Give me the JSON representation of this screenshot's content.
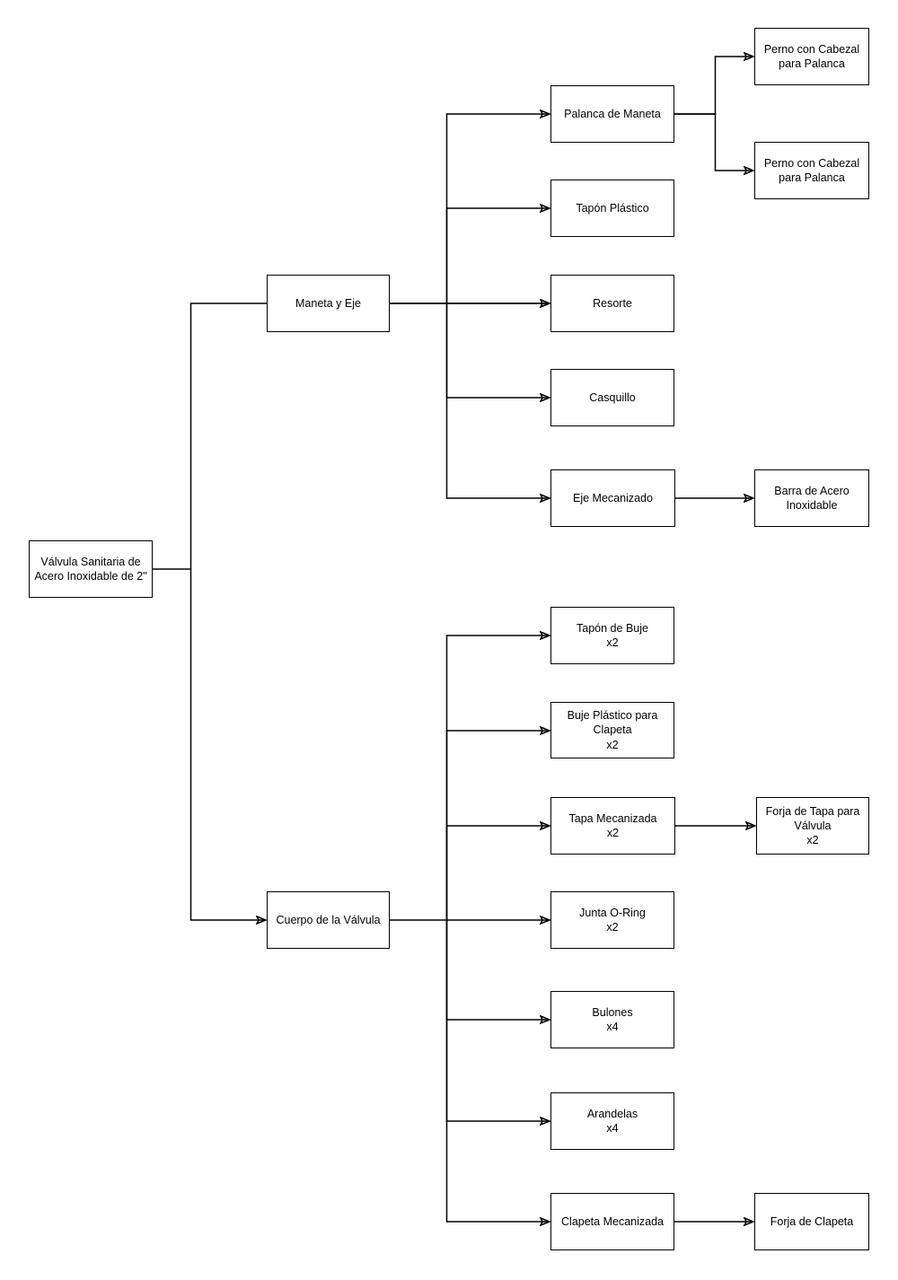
{
  "diagram": {
    "type": "tree",
    "description_root": "Válvula Sanitaria de Acero Inoxidable de 2\"",
    "colors": {
      "background": "#ffffff",
      "box_fill": "#ffffff",
      "box_border": "#000000",
      "connector": "#000000",
      "text": "#000000"
    }
  },
  "nodes": {
    "root": {
      "label": "Válvula Sanitaria de Acero Inoxidable de 2\""
    },
    "maneta": {
      "label": "Maneta y Eje"
    },
    "cuerpo": {
      "label": "Cuerpo de la Válvula"
    },
    "palanca": {
      "label": "Palanca de Maneta"
    },
    "taponPlastico": {
      "label": "Tapón Plástico"
    },
    "resorte": {
      "label": "Resorte"
    },
    "casquillo": {
      "label": "Casquillo"
    },
    "eje": {
      "label": "Eje Mecanizado"
    },
    "perno1": {
      "label": "Perno con Cabezal para Palanca"
    },
    "perno2": {
      "label": "Perno con Cabezal para Palanca"
    },
    "barra": {
      "label": "Barra de Acero Inoxidable"
    },
    "taponBuje": {
      "label": "Tapón de Buje\nx2"
    },
    "bujePlastico": {
      "label": "Buje Plástico para Clapeta\nx2"
    },
    "tapa": {
      "label": "Tapa Mecanizada\nx2"
    },
    "junta": {
      "label": "Junta O-Ring\nx2"
    },
    "bulones": {
      "label": "Bulones\nx4"
    },
    "arandelas": {
      "label": "Arandelas\nx4"
    },
    "clapeta": {
      "label": "Clapeta Mecanizada"
    },
    "forjaTapa": {
      "label": "Forja de Tapa para Válvula\nx2"
    },
    "forjaClapeta": {
      "label": "Forja de Clapeta"
    }
  },
  "structure": {
    "root": "Válvula Sanitaria de Acero Inoxidable de 2\"",
    "children": [
      {
        "node": "Maneta y Eje",
        "children": [
          {
            "node": "Palanca de Maneta",
            "children": [
              "Perno con Cabezal para Palanca",
              "Perno con Cabezal para Palanca"
            ]
          },
          {
            "node": "Tapón Plástico"
          },
          {
            "node": "Resorte"
          },
          {
            "node": "Casquillo"
          },
          {
            "node": "Eje Mecanizado",
            "children": [
              "Barra de Acero Inoxidable"
            ]
          }
        ]
      },
      {
        "node": "Cuerpo de la Válvula",
        "children": [
          {
            "node": "Tapón de Buje x2"
          },
          {
            "node": "Buje Plástico para Clapeta x2"
          },
          {
            "node": "Tapa Mecanizada x2",
            "children": [
              "Forja de Tapa para Válvula x2"
            ]
          },
          {
            "node": "Junta O-Ring x2"
          },
          {
            "node": "Bulones x4"
          },
          {
            "node": "Arandelas x4"
          },
          {
            "node": "Clapeta Mecanizada",
            "children": [
              "Forja de Clapeta"
            ]
          }
        ]
      }
    ]
  }
}
